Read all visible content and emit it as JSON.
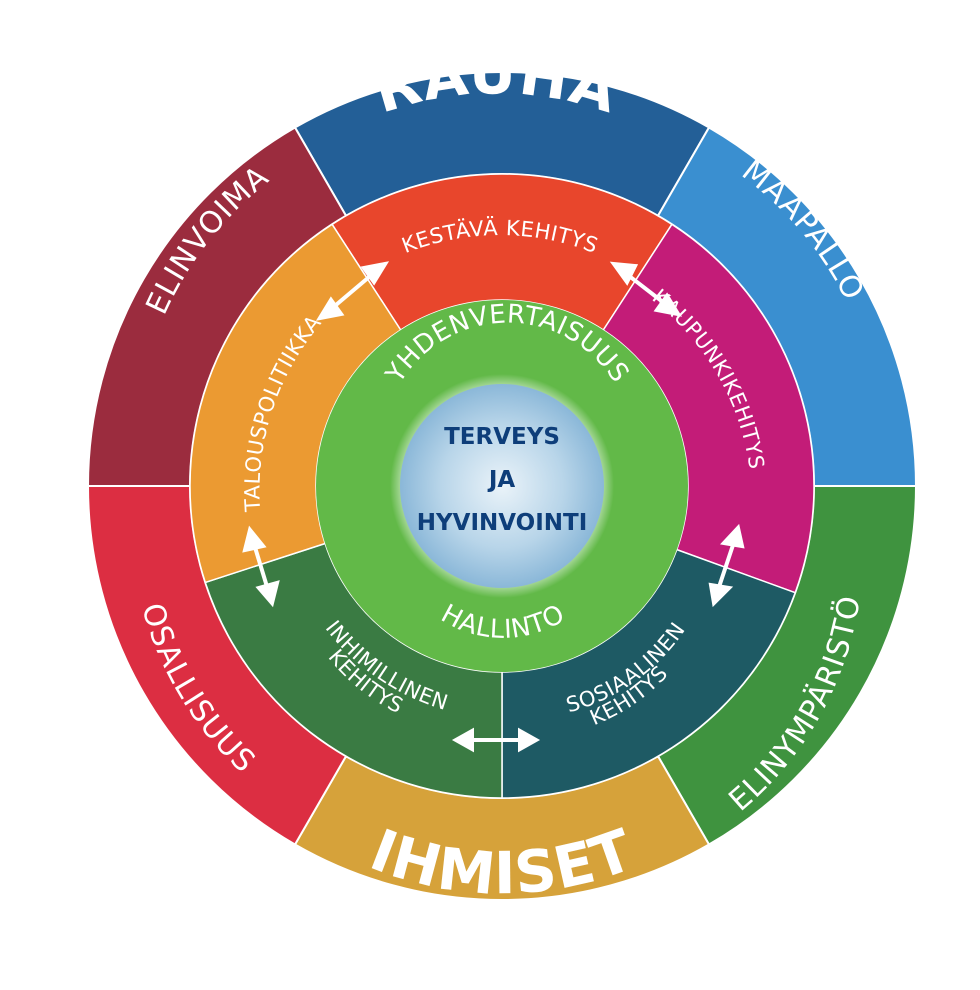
{
  "outer_ring": {
    "rauha": "RAUHA",
    "maapallo": "MAAPALLO",
    "elinymparisto": "ELINYMPÄRISTÖ",
    "ihmiset": "IHMISET",
    "osallisuus": "OSALLISUUS",
    "elinvoima": "ELINVOIMA"
  },
  "middle_ring": {
    "kestava_kehitys": "KESTÄVÄ KEHITYS",
    "kaupunkikehitys": "KAUPUNKIKEHITYS",
    "sosiaalinen_line1": "SOSIAALINEN",
    "sosiaalinen_line2": "KEHITYS",
    "inhimillinen_line1": "INHIMILLINEN",
    "inhimillinen_line2": "KEHITYS",
    "talouspolitiikka": "TALOUSPOLITIIKKA"
  },
  "inner_ring": {
    "top": "YHDENVERTAISUUS",
    "bottom": "HALLINTO"
  },
  "core": {
    "line1": "TERVEYS",
    "line2": "JA",
    "line3": "HYVINVOINTI"
  },
  "colors": {
    "rauha": "#235f97",
    "maapallo": "#3a8fd0",
    "elinymparisto": "#3f933f",
    "ihmiset": "#d6a23a",
    "osallisuus": "#dc2e42",
    "elinvoima": "#9b2c3e",
    "kestava_kehitys": "#e8462c",
    "kaupunkikehitys": "#c31c78",
    "sosiaalinen": "#1e5a64",
    "inhimillinen": "#3a7b43",
    "talouspolitiikka": "#eb9a32",
    "inner_ring": "#62b948",
    "core": "#9dc3de"
  }
}
